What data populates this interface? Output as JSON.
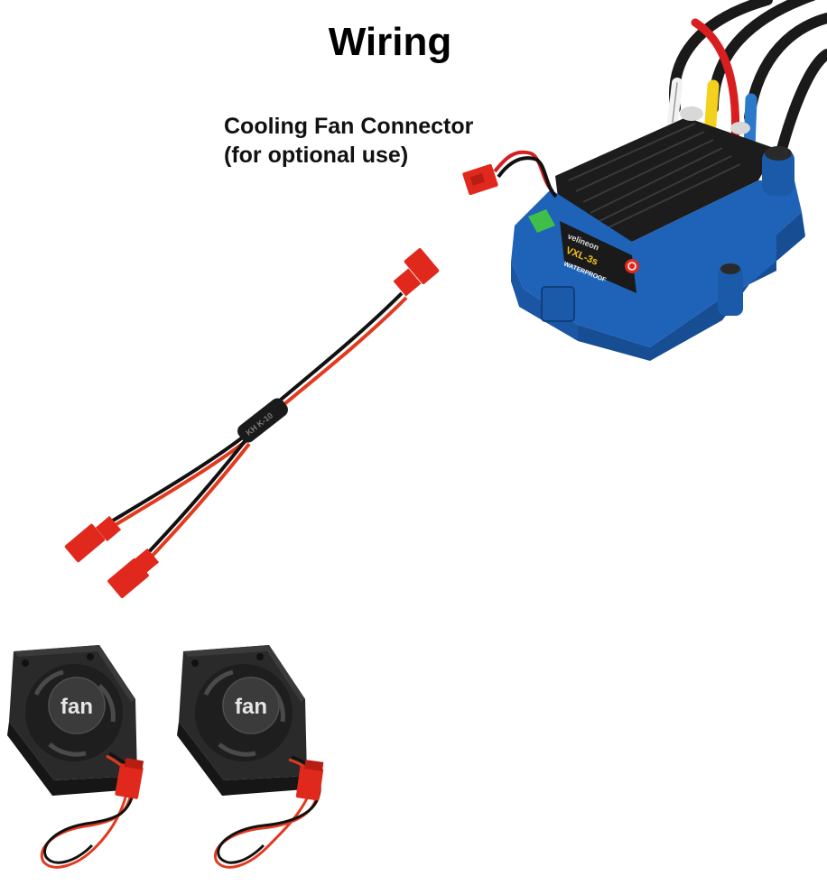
{
  "title": "Wiring",
  "caption": {
    "line1": "Cooling Fan Connector",
    "line2": "(for optional use)"
  },
  "esc": {
    "brand_text": "velineon",
    "model_text": "VXL-3s",
    "waterproof_text": "WATERPROOF"
  },
  "y_cable": {
    "sleeve_text": "KH  K-10"
  },
  "fans": [
    {
      "label": "fan"
    },
    {
      "label": "fan"
    }
  ],
  "colors": {
    "esc_blue": "#1f63b8",
    "heatsink": "#1c1c1c",
    "connector_red": "#e0291c",
    "wire_red": "#e23a1f",
    "wire_black": "#111111"
  }
}
